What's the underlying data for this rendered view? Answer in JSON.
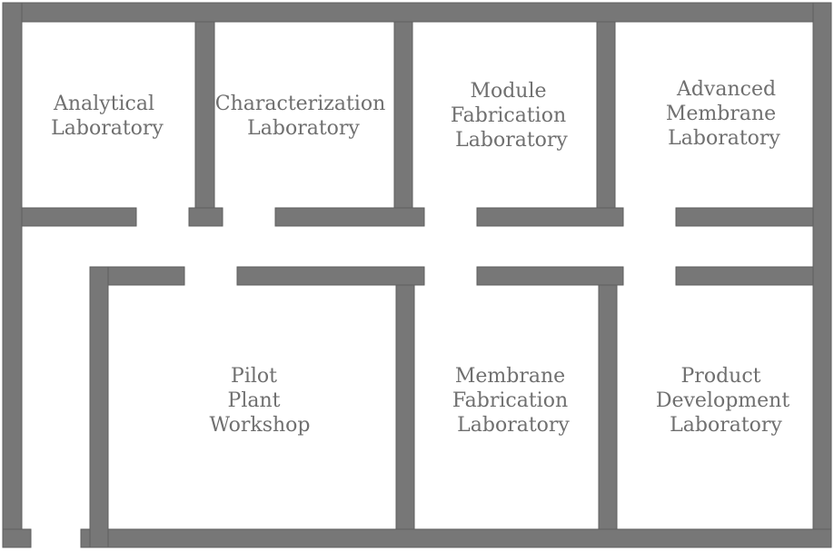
{
  "floor_plan": {
    "wall_color": "#777777",
    "label_color": "#6f6f6f",
    "rooms": [
      {
        "id": "analytical",
        "lines": [
          "Analytical",
          "Laboratory"
        ]
      },
      {
        "id": "characterization",
        "lines": [
          "Characterization",
          "Laboratory"
        ]
      },
      {
        "id": "module-fabrication",
        "lines": [
          "Module",
          "Fabrication",
          "Laboratory"
        ]
      },
      {
        "id": "advanced-membrane",
        "lines": [
          "Advanced",
          "Membrane",
          "Laboratory"
        ]
      },
      {
        "id": "pilot-plant",
        "lines": [
          "Pilot",
          "Plant",
          "Workshop"
        ]
      },
      {
        "id": "membrane-fabrication",
        "lines": [
          "Membrane",
          "Fabrication",
          "Laboratory"
        ]
      },
      {
        "id": "product-development",
        "lines": [
          "Product",
          "Development",
          "Laboratory"
        ]
      }
    ]
  }
}
